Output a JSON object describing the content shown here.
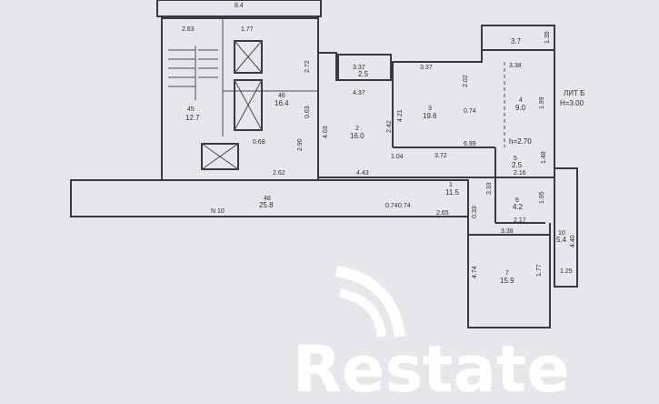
{
  "plan": {
    "lit": "ЛИТ Б",
    "height": "H=3.00",
    "top_label": "8.4",
    "room_height_note": "h=2.70",
    "corridor_length": "N 10"
  },
  "rooms": [
    {
      "num": "45",
      "area": "12.7"
    },
    {
      "num": "46",
      "area": "16.4"
    },
    {
      "num": "2",
      "area": "16.0"
    },
    {
      "num": "3",
      "area": "19.6"
    },
    {
      "num": "4",
      "area": "9.0"
    },
    {
      "num": "1",
      "area": "11.5"
    },
    {
      "num": "48",
      "area": "25.8"
    },
    {
      "num": "5",
      "area": "2.5"
    },
    {
      "num": "6",
      "area": "4.2"
    },
    {
      "num": "7",
      "area": "15.9"
    },
    {
      "num": "10",
      "area": "5.4"
    },
    {
      "num": "",
      "area": "3.7"
    },
    {
      "num": "",
      "area": "2.5"
    }
  ],
  "dimensions": [
    "2.63",
    "1.77",
    "2.72",
    "3.37",
    "3.37",
    "2.02",
    "0.74",
    "3.38",
    "4.03",
    "4.21",
    "4.37",
    "2.62",
    "4.43",
    "2.42",
    "0.68",
    "3.72",
    "6.99",
    "2.16",
    "1.04",
    "2.65",
    "3.33",
    "2.17",
    "0.33",
    "1.95",
    "3.38",
    "4.40",
    "1.25",
    "4.74",
    "1.77",
    "1.99",
    "1.48",
    "0.63",
    "2.90",
    "0.74",
    "0.74",
    "1.35"
  ],
  "watermark": {
    "brand": "Restate"
  },
  "colors": {
    "background": "#e6e7ea",
    "lines": "#3a3a3e",
    "logo": "#ffffff"
  }
}
